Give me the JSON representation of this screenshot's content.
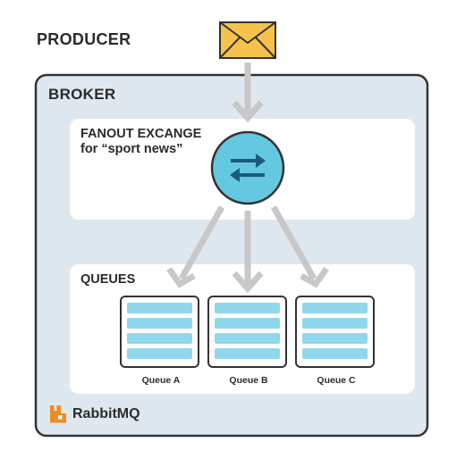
{
  "producer": {
    "title": "PRODUCER",
    "icon": "envelope-icon"
  },
  "broker": {
    "title": "BROKER"
  },
  "exchange": {
    "title": "FANOUT EXCANGE",
    "subtitle": "for “sport news”",
    "icon": "exchange-arrows-icon"
  },
  "queues": {
    "title": "QUEUES",
    "items": [
      {
        "label": "Queue A"
      },
      {
        "label": "Queue B"
      },
      {
        "label": "Queue C"
      }
    ]
  },
  "brand": {
    "name": "RabbitMQ",
    "icon": "rabbitmq-logo-icon"
  },
  "colors": {
    "broker_background": "#dfe8ee",
    "panel_background": "#ffffff",
    "outline": "#333333",
    "envelope_fill": "#f5c24c",
    "exchange_fill": "#64c8e0",
    "exchange_arrows": "#1d5a7a",
    "queue_slot": "#8fd7eb",
    "arrow": "#c8c8c8",
    "brand_orange": "#f08c1e"
  }
}
